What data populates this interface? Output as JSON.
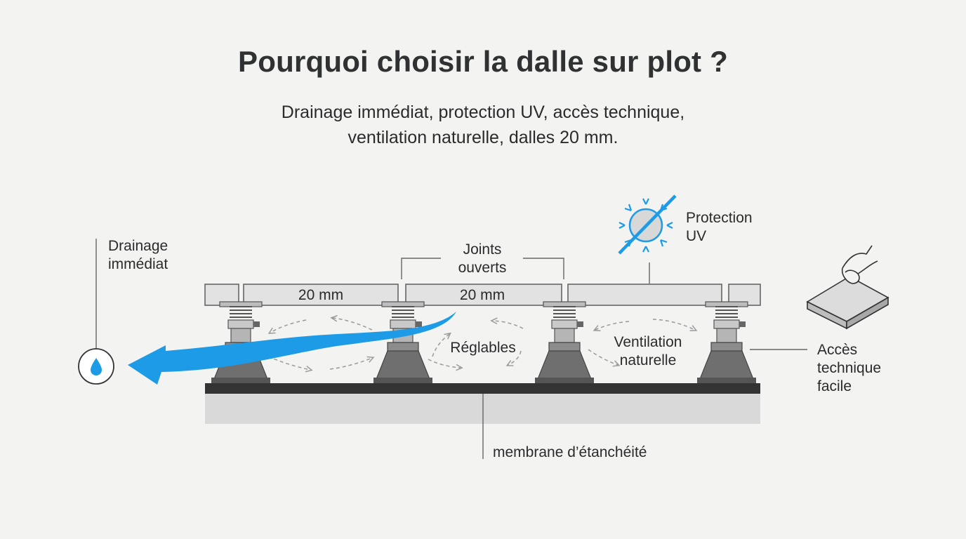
{
  "header": {
    "title": "Pourquoi choisir la dalle sur plot ?",
    "subtitle_line1": "Drainage immédiat, protection UV, accès technique,",
    "subtitle_line2": "ventilation naturelle, dalles 20 mm."
  },
  "labels": {
    "drainage_line1": "Drainage",
    "drainage_line2": "immédiat",
    "joints_line1": "Joints",
    "joints_line2": "ouverts",
    "slab1_thickness": "20 mm",
    "slab2_thickness": "20 mm",
    "protection_line1": "Protection",
    "protection_line2": "UV",
    "reglables": "Réglables",
    "ventilation_line1": "Ventilation",
    "ventilation_line2": "naturelle",
    "acces_line1": "Accès",
    "acces_line2": "technique",
    "acces_line3": "facile",
    "membrane": "membrane d’étanchéité"
  },
  "icons": {
    "water": "water-drop-icon",
    "uv": "sun-crossed-icon",
    "access": "hand-lifting-slab-icon"
  },
  "colors": {
    "accent_blue": "#1e9be6",
    "text": "#2b2b2b",
    "slab_fill": "#e2e2e2",
    "pedestal_fill": "#8c8c8c",
    "membrane": "#333333",
    "substrate": "#d9d9d9"
  }
}
